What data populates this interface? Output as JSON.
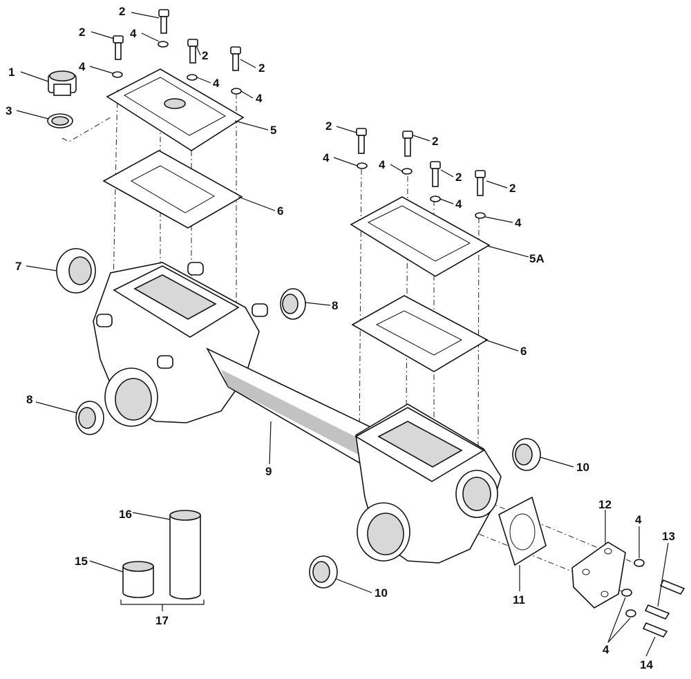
{
  "diagram": {
    "callouts": [
      {
        "id": "c1",
        "text": "1"
      },
      {
        "id": "c2a",
        "text": "2"
      },
      {
        "id": "c2b",
        "text": "2"
      },
      {
        "id": "c2c",
        "text": "2"
      },
      {
        "id": "c2d",
        "text": "2"
      },
      {
        "id": "c2e",
        "text": "2"
      },
      {
        "id": "c2f",
        "text": "2"
      },
      {
        "id": "c2g",
        "text": "2"
      },
      {
        "id": "c2h",
        "text": "2"
      },
      {
        "id": "c3",
        "text": "3"
      },
      {
        "id": "c4a",
        "text": "4"
      },
      {
        "id": "c4b",
        "text": "4"
      },
      {
        "id": "c4c",
        "text": "4"
      },
      {
        "id": "c4d",
        "text": "4"
      },
      {
        "id": "c4e",
        "text": "4"
      },
      {
        "id": "c4f",
        "text": "4"
      },
      {
        "id": "c4g",
        "text": "4"
      },
      {
        "id": "c4h",
        "text": "4"
      },
      {
        "id": "c4i",
        "text": "4"
      },
      {
        "id": "c4j",
        "text": "4"
      },
      {
        "id": "c5",
        "text": "5"
      },
      {
        "id": "c5a",
        "text": "5A"
      },
      {
        "id": "c6a",
        "text": "6"
      },
      {
        "id": "c6b",
        "text": "6"
      },
      {
        "id": "c7",
        "text": "7"
      },
      {
        "id": "c8a",
        "text": "8"
      },
      {
        "id": "c8b",
        "text": "8"
      },
      {
        "id": "c9",
        "text": "9"
      },
      {
        "id": "c10a",
        "text": "10"
      },
      {
        "id": "c10b",
        "text": "10"
      },
      {
        "id": "c11",
        "text": "11"
      },
      {
        "id": "c12",
        "text": "12"
      },
      {
        "id": "c13",
        "text": "13"
      },
      {
        "id": "c14",
        "text": "14"
      },
      {
        "id": "c15",
        "text": "15"
      },
      {
        "id": "c16",
        "text": "16"
      },
      {
        "id": "c17",
        "text": "17"
      }
    ]
  }
}
